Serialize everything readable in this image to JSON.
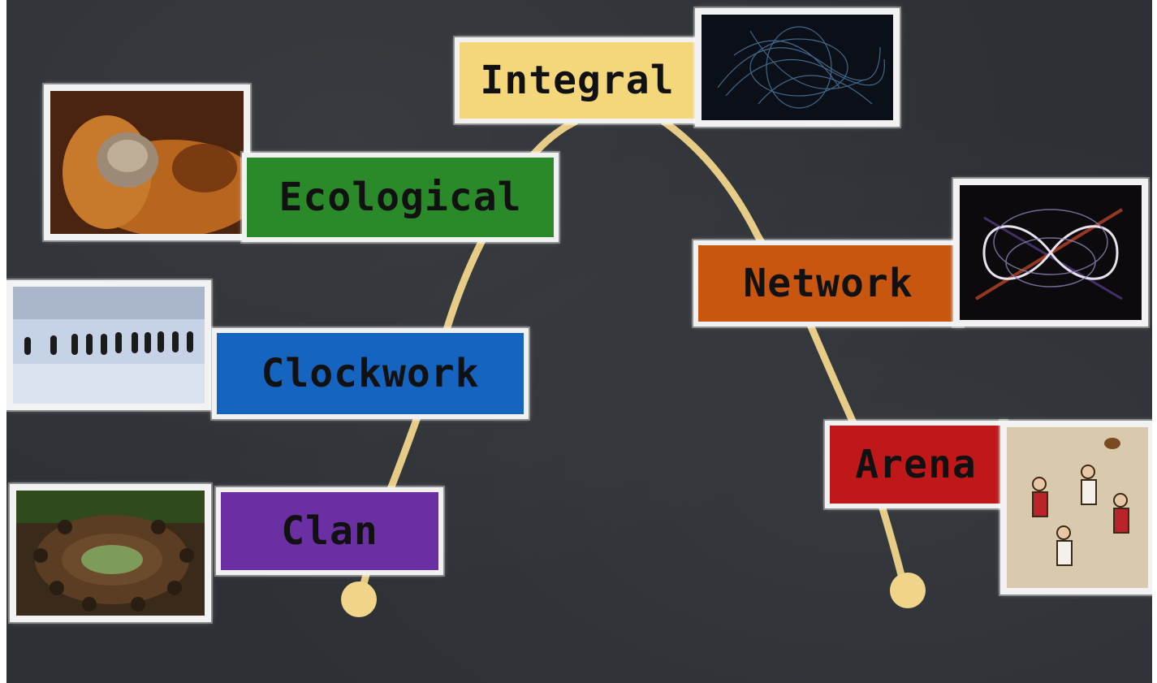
{
  "labels": {
    "integral": "Integral",
    "ecological": "Ecological",
    "clockwork": "Clockwork",
    "clan": "Clan",
    "network": "Network",
    "arena": "Arena"
  },
  "colors": {
    "integral": "#f4d77a",
    "ecological": "#2a8a2a",
    "clockwork": "#1565c0",
    "clan": "#6a2fa3",
    "network": "#c8560f",
    "arena": "#c01818",
    "chalk_path": "#f0d48a",
    "board": "#2d3135"
  },
  "images": {
    "integral": "fractal-icon",
    "ecological": "dog-and-cat-icon",
    "clockwork": "penguins-icon",
    "clan": "circle-of-people-icon",
    "network": "infinity-swirl-icon",
    "arena": "rugby-players-icon"
  }
}
